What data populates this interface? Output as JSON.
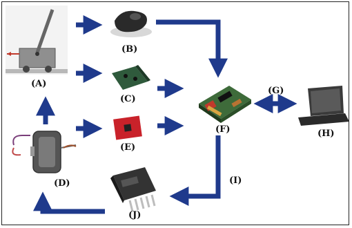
{
  "labels": {
    "a": "(A)",
    "b": "(B)",
    "c": "(C)",
    "d": "(D)",
    "e": "(E)",
    "f": "(F)",
    "g": "(G)",
    "h": "(H)",
    "i": "(I)",
    "j": "(J)"
  },
  "colors": {
    "arrow": "#1f3a8c",
    "pendulum_cart": "#9a9a9a",
    "encoder": "#2a2a2a",
    "sensor_board_green": "#2f5a3c",
    "sensor_board_red": "#c9222a",
    "controller_board": "#3e6b3a",
    "laptop": "#3a3a3a",
    "driver_chip": "#333333"
  }
}
